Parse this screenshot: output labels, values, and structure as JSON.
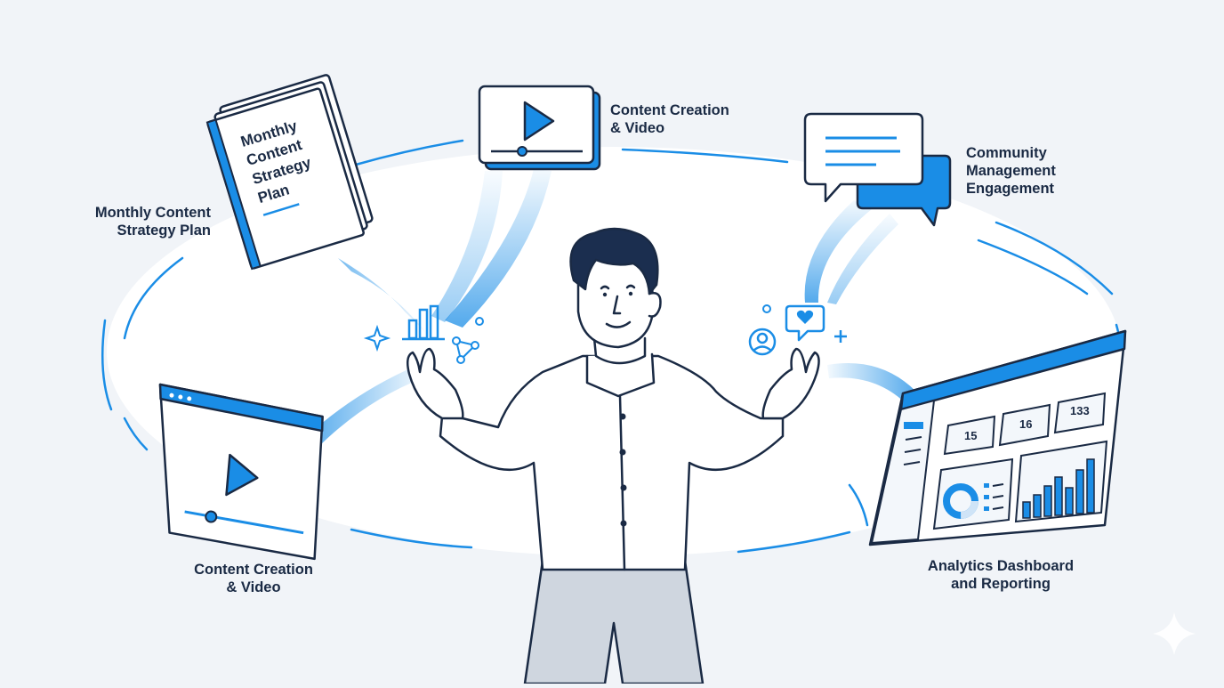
{
  "labels": {
    "strategy_plan": [
      "Monthly Content",
      "Strategy Plan"
    ],
    "content_video_top": [
      "Content Creation",
      "& Video"
    ],
    "community": [
      "Community",
      "Management",
      "Engagement"
    ],
    "content_video_bottom": [
      "Content Creation",
      "& Video"
    ],
    "analytics": [
      "Analytics Dashboard",
      "and Reporting"
    ]
  },
  "book": {
    "title_lines": [
      "Monthly",
      "Content",
      "Strategy",
      "Plan"
    ]
  },
  "dashboard": {
    "stats": [
      "15",
      "16",
      "133"
    ]
  },
  "colors": {
    "background": "#f1f4f8",
    "accent_blue": "#1a8de6",
    "outline_navy": "#1a2a44",
    "pants_gray": "#cfd6df",
    "hair_navy": "#1b2e4f"
  }
}
